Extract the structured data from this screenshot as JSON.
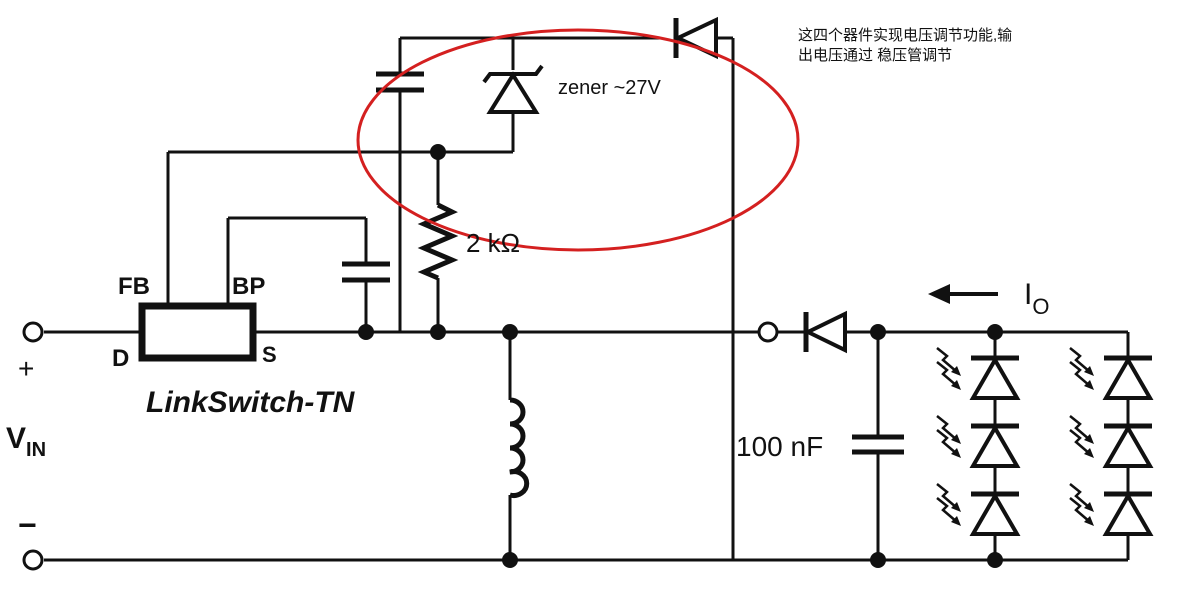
{
  "annotation": {
    "line1": "这四个器件实现电压调节功能,输",
    "line2": "出电压通过 稳压管调节",
    "color": "#d42020"
  },
  "labels": {
    "zener": "zener ~27V",
    "resistor": "2 kΩ",
    "fb": "FB",
    "bp": "BP",
    "d": "D",
    "s": "S",
    "ic_name": "LinkSwitch-TN",
    "plus": "+",
    "minus": "−",
    "vin_main": "V",
    "vin_sub": "IN",
    "cap_out": "100 nF",
    "io_main": "I",
    "io_sub": "O"
  },
  "icons": {
    "arrow": "left-arrow-icon",
    "light": "light-emission-icon"
  }
}
